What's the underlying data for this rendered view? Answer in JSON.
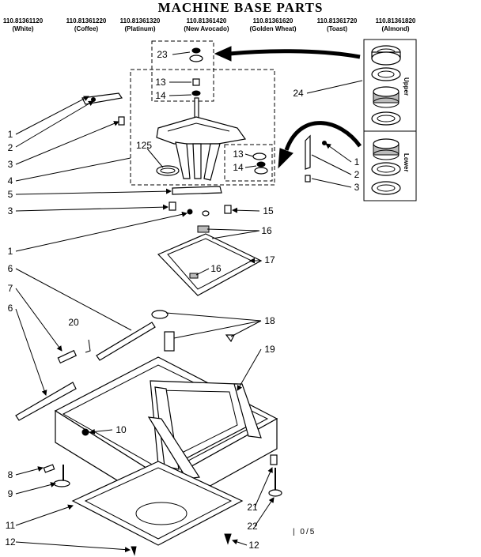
{
  "title": "MACHINE BASE PARTS",
  "models": [
    {
      "number": "110.81361120",
      "color": "(White)"
    },
    {
      "number": "110.81361220",
      "color": "(Coffee)"
    },
    {
      "number": "110.81361320",
      "color": "(Platinum)"
    },
    {
      "number": "110.81361420",
      "color": "(New Avocado)"
    },
    {
      "number": "110.81361620",
      "color": "(Golden Wheat)"
    },
    {
      "number": "110.81361720",
      "color": "(Toast)"
    },
    {
      "number": "110.81361820",
      "color": "(Almond)"
    }
  ],
  "labels": {
    "upper": "Upper",
    "lower": "Lower"
  },
  "callouts": {
    "c1a": "1",
    "c2a": "2",
    "c3a": "3",
    "c4": "4",
    "c5": "5",
    "c3b": "3",
    "c1b": "1",
    "c6a": "6",
    "c7": "7",
    "c6b": "6",
    "c8": "8",
    "c9": "9",
    "c11": "11",
    "c12a": "12",
    "c23": "23",
    "c13a": "13",
    "c14a": "14",
    "c125": "125",
    "c13b": "13",
    "c14b": "14",
    "c24": "24",
    "c1c": "1",
    "c2c": "2",
    "c3c": "3",
    "c15": "15",
    "c16a": "16",
    "c16b": "16",
    "c17": "17",
    "c18": "18",
    "c20": "20",
    "c19": "19",
    "c10": "10",
    "c21": "21",
    "c22": "22",
    "c12b": "12"
  },
  "page_number": "| 0/5"
}
